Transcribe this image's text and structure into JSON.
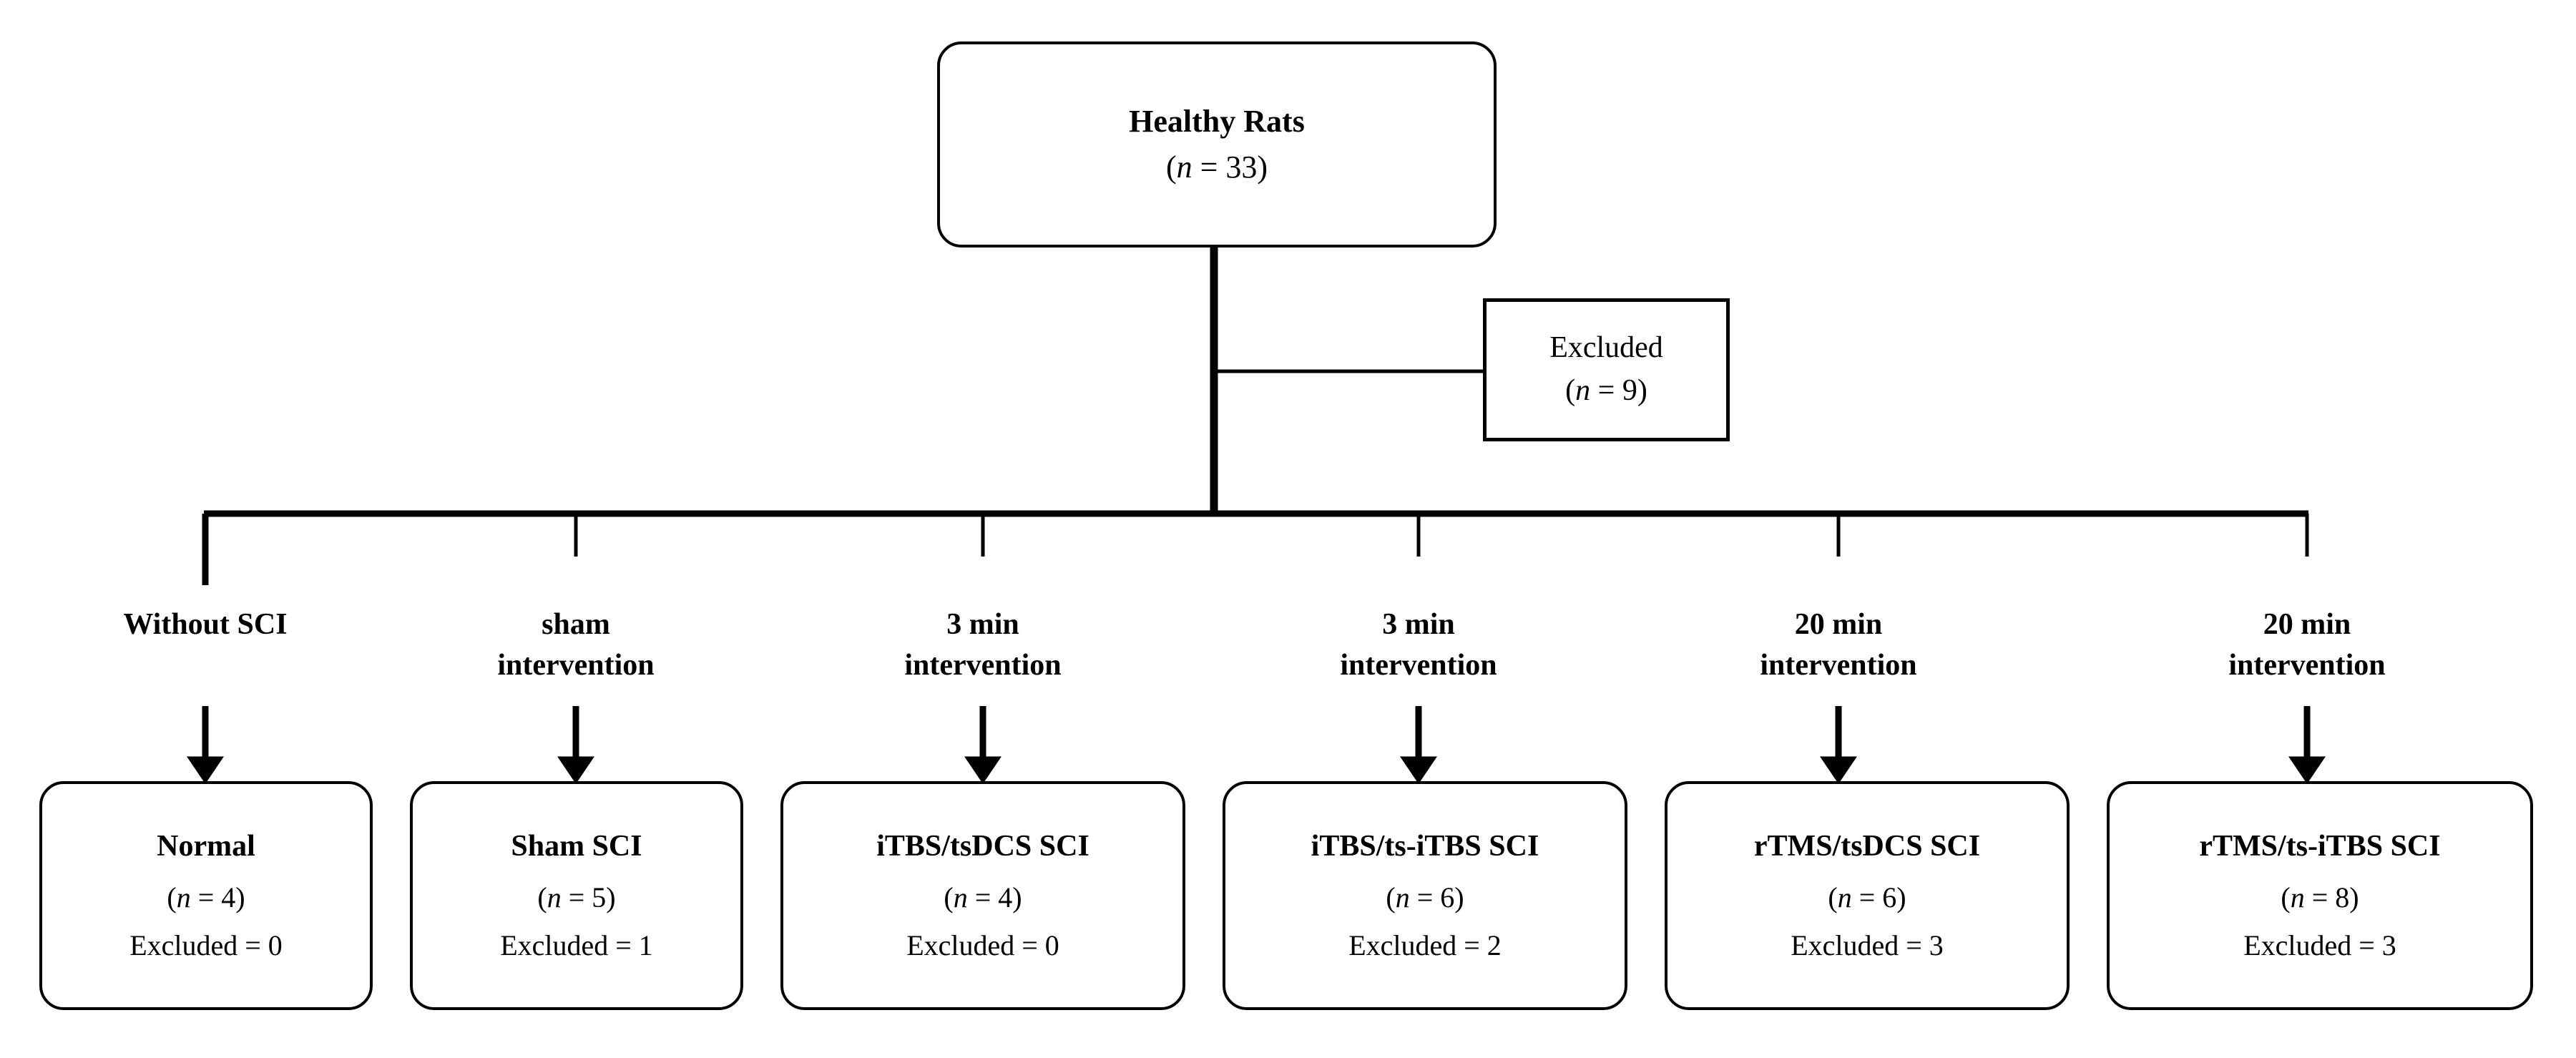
{
  "diagram": {
    "type": "flowchart",
    "title": "Animal study allocation flow diagram",
    "root": {
      "label": "Healthy Rats",
      "count": "(n = 33)",
      "count_prefix": "(",
      "count_var": "n",
      "count_value": " = 33)"
    },
    "excluded": {
      "label": "Excluded",
      "count_prefix": "(",
      "count_var": "n",
      "count_value": " = 9)"
    },
    "branch_labels": [
      "Without SCI",
      "sham\nintervention",
      "3 min\nintervention",
      "3 min\nintervention",
      "20 min\nintervention",
      "20 min\nintervention"
    ],
    "groups": [
      {
        "name": "Normal",
        "count_prefix": "(",
        "count_var": "n",
        "count_value": " = 4)",
        "excluded": "Excluded = 0"
      },
      {
        "name": "Sham SCI",
        "count_prefix": "(",
        "count_var": "n",
        "count_value": " = 5)",
        "excluded": "Excluded = 1"
      },
      {
        "name": "iTBS/tsDCS SCI",
        "count_prefix": "(",
        "count_var": "n",
        "count_value": " = 4)",
        "excluded": "Excluded = 0"
      },
      {
        "name": "iTBS/ts-iTBS SCI",
        "count_prefix": "(",
        "count_var": "n",
        "count_value": " = 6)",
        "excluded": "Excluded = 2"
      },
      {
        "name": "rTMS/tsDCS SCI",
        "count_prefix": "(",
        "count_var": "n",
        "count_value": " = 6)",
        "excluded": "Excluded = 3"
      },
      {
        "name": "rTMS/ts-iTBS SCI",
        "count_prefix": "(",
        "count_var": "n",
        "count_value": " = 8)",
        "excluded": "Excluded = 3"
      }
    ],
    "colors": {
      "stroke": "#000000",
      "fill": "#ffffff",
      "text": "#000000"
    }
  }
}
